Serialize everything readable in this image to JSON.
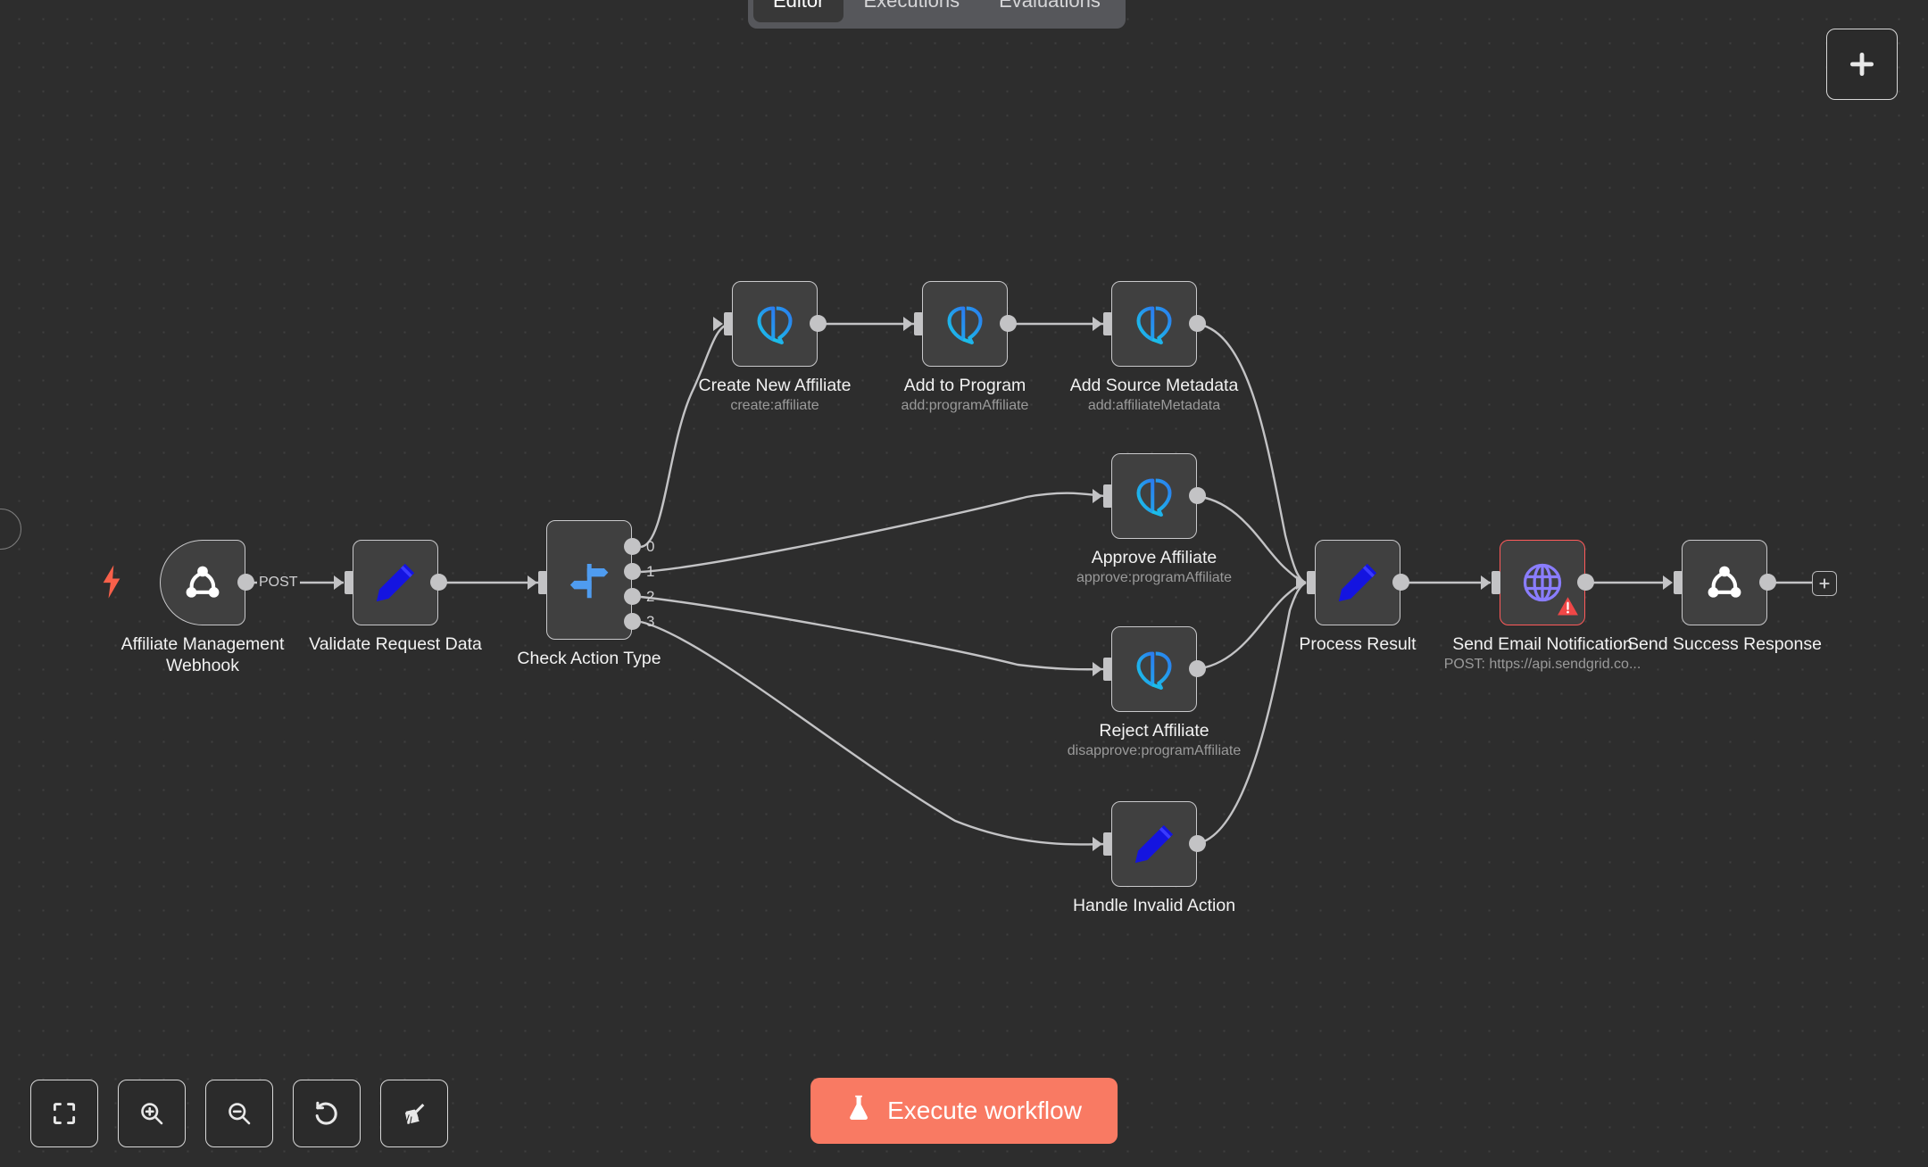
{
  "app": {
    "background_color": "#2d2d2d",
    "node_fill": "#404040",
    "node_border": "#c9c9cb",
    "accent_color": "#f97a63",
    "error_color": "#ff5a5a"
  },
  "tabs": [
    {
      "label": "Editor",
      "active": true
    },
    {
      "label": "Executions",
      "active": false
    },
    {
      "label": "Evaluations",
      "active": false
    }
  ],
  "header": {
    "add_button_icon": "plus-icon"
  },
  "nodes": [
    {
      "id": "affiliate-management-webhook",
      "title": "Affiliate Management Webhook",
      "subtitle": "",
      "icon": "webhook-icon",
      "type": "trigger"
    },
    {
      "id": "validate-request-data",
      "title": "Validate Request Data",
      "subtitle": "",
      "icon": "pencil-icon",
      "type": "set"
    },
    {
      "id": "check-action-type",
      "title": "Check Action Type",
      "subtitle": "",
      "icon": "switch-signpost-icon",
      "type": "switch",
      "outputs": [
        "0",
        "1",
        "2",
        "3"
      ]
    },
    {
      "id": "create-new-affiliate",
      "title": "Create New Affiliate",
      "subtitle": "create:affiliate",
      "icon": "affiliate-logo-icon",
      "type": "affiliate"
    },
    {
      "id": "add-to-program",
      "title": "Add to Program",
      "subtitle": "add:programAffiliate",
      "icon": "affiliate-logo-icon",
      "type": "affiliate"
    },
    {
      "id": "add-source-metadata",
      "title": "Add Source Metadata",
      "subtitle": "add:affiliateMetadata",
      "icon": "affiliate-logo-icon",
      "type": "affiliate"
    },
    {
      "id": "approve-affiliate",
      "title": "Approve Affiliate",
      "subtitle": "approve:programAffiliate",
      "icon": "affiliate-logo-icon",
      "type": "affiliate"
    },
    {
      "id": "reject-affiliate",
      "title": "Reject Affiliate",
      "subtitle": "disapprove:programAffiliate",
      "icon": "affiliate-logo-icon",
      "type": "affiliate"
    },
    {
      "id": "handle-invalid-action",
      "title": "Handle Invalid Action",
      "subtitle": "",
      "icon": "pencil-icon",
      "type": "set"
    },
    {
      "id": "process-result",
      "title": "Process Result",
      "subtitle": "",
      "icon": "pencil-icon",
      "type": "set"
    },
    {
      "id": "send-email-notification",
      "title": "Send Email Notification",
      "subtitle": "POST: https://api.sendgrid.co...",
      "icon": "globe-icon",
      "type": "http",
      "has_error": true
    },
    {
      "id": "send-success-response",
      "title": "Send Success Response",
      "subtitle": "",
      "icon": "webhook-icon",
      "type": "respond"
    }
  ],
  "connection_labels": {
    "webhook_method": "POST"
  },
  "toolbar": {
    "buttons": [
      {
        "name": "zoom-to-fit-button",
        "icon": "fit-screen-icon"
      },
      {
        "name": "zoom-in-button",
        "icon": "zoom-in-icon"
      },
      {
        "name": "zoom-out-button",
        "icon": "zoom-out-icon"
      },
      {
        "name": "reset-zoom-button",
        "icon": "undo-arrow-icon"
      },
      {
        "name": "tidy-up-button",
        "icon": "broom-icon"
      }
    ]
  },
  "execute": {
    "label": "Execute workflow",
    "icon": "flask-icon"
  },
  "end_of_chain": {
    "add_node_icon": "plus-icon"
  }
}
